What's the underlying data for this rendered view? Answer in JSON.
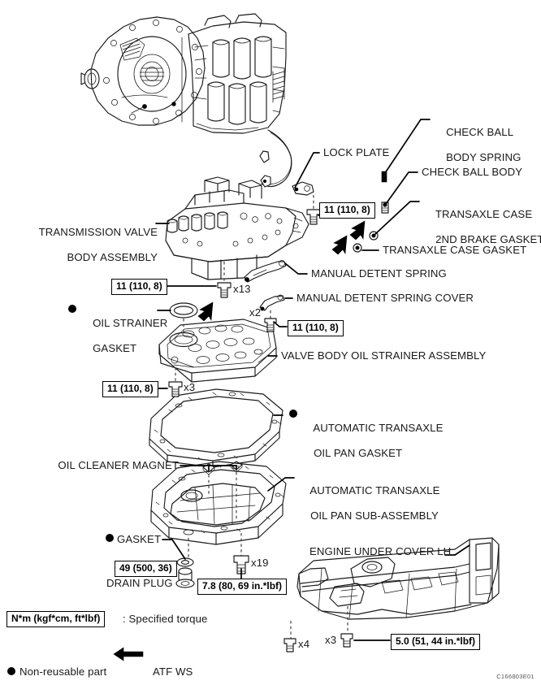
{
  "document": {
    "code": "C166803E01",
    "title": "Automatic Transaxle Assembly Components"
  },
  "labels": {
    "transmission_valve_body_assembly_l1": "TRANSMISSION VALVE",
    "transmission_valve_body_assembly_l2": "BODY ASSEMBLY",
    "lock_plate": "LOCK PLATE",
    "check_ball_body_spring_l1": "CHECK BALL",
    "check_ball_body_spring_l2": "BODY SPRING",
    "check_ball_body": "CHECK BALL BODY",
    "transaxle_case_2nd_brake_gasket_l1": "TRANSAXLE CASE",
    "transaxle_case_2nd_brake_gasket_l2": "2ND BRAKE GASKET",
    "transaxle_case_gasket": "TRANSAXLE CASE GASKET",
    "manual_detent_spring": "MANUAL DETENT SPRING",
    "manual_detent_spring_cover": "MANUAL DETENT SPRING COVER",
    "oil_strainer_gasket_l1": "OIL STRAINER",
    "oil_strainer_gasket_l2": "GASKET",
    "valve_body_oil_strainer_assembly": "VALVE BODY OIL STRAINER ASSEMBLY",
    "automatic_transaxle_oil_pan_gasket_l1": "AUTOMATIC TRANSAXLE",
    "automatic_transaxle_oil_pan_gasket_l2": "OIL PAN GASKET",
    "oil_cleaner_magnet": "OIL CLEANER MAGNET",
    "automatic_transaxle_oil_pan_sub_assembly_l1": "AUTOMATIC TRANSAXLE",
    "automatic_transaxle_oil_pan_sub_assembly_l2": "OIL PAN SUB-ASSEMBLY",
    "gasket": "GASKET",
    "drain_plug": "DRAIN PLUG",
    "engine_under_cover_lh": "ENGINE UNDER COVER LH"
  },
  "torque_specs": {
    "valve_body_bolts": "11 (110, 8)",
    "lock_plate_bolt": "11 (110, 8)",
    "detent_spring_cover_bolt": "11 (110, 8)",
    "strainer_bolts": "11 (110, 8)",
    "drain_plug": "49 (500, 36)",
    "oil_pan_bolts": "7.8 (80, 69 in.*lbf)",
    "under_cover_bolts": "5.0 (51, 44 in.*lbf)"
  },
  "quantities": {
    "valve_body_bolts": "x13",
    "detent_spring_cover_bolt": "x2",
    "strainer_bolts": "x3",
    "oil_pan_bolts": "x19",
    "under_cover_bolts_front": "x4",
    "under_cover_bolts_rear": "x3"
  },
  "legend": {
    "torque_box_label": "N*m (kgf*cm, ft*lbf)",
    "torque_description": ": Specified torque",
    "non_reusable": "Non-reusable part",
    "fluid": "ATF WS"
  },
  "colors": {
    "line": "#1a1a1a",
    "dash": "#4a4a4a",
    "background": "#ffffff",
    "marker": "#000000"
  }
}
